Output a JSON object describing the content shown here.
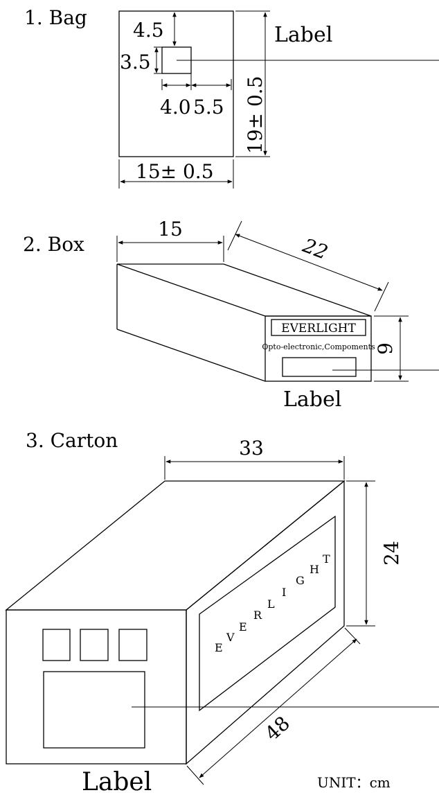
{
  "sections": {
    "bag": {
      "title": "1. Bag",
      "label": "Label",
      "dim_top": "4.5",
      "dim_label_h": "3.5",
      "dim_left": "4.0",
      "dim_label_w": "5.5",
      "dim_height": "19± 0.5",
      "dim_width": "15± 0.5"
    },
    "box": {
      "title": "2. Box",
      "dim_width": "15",
      "dim_length": "22",
      "dim_height": "9",
      "brand": "EVERLIGHT",
      "subtitle": "Opto-electronic,Compoments",
      "label": "Label"
    },
    "carton": {
      "title": "3. Carton",
      "dim_width": "33",
      "dim_height": "24",
      "dim_length": "48",
      "brand_letters": [
        "E",
        "V",
        "E",
        "R",
        "L",
        "I",
        "G",
        "H",
        "T"
      ],
      "label": "Label"
    }
  },
  "unit": "UNIT：cm"
}
